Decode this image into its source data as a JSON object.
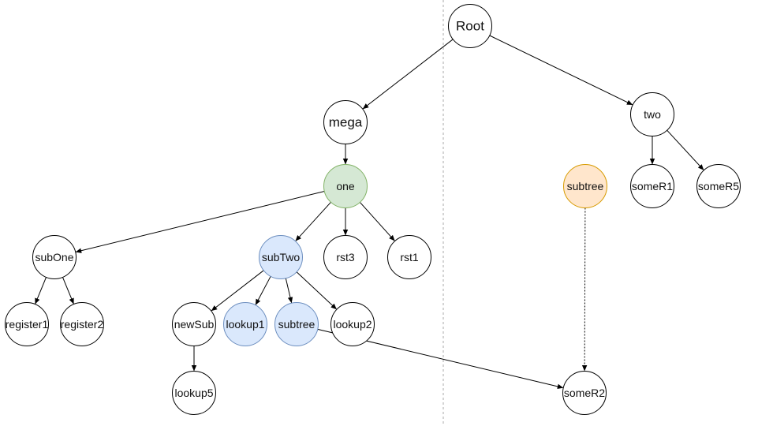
{
  "diagram": {
    "nodes": [
      {
        "id": "root",
        "label": "Root",
        "fill": "#ffffff",
        "stroke": "#000000",
        "size": "large"
      },
      {
        "id": "mega",
        "label": "mega",
        "fill": "#ffffff",
        "stroke": "#000000",
        "size": "large"
      },
      {
        "id": "two",
        "label": "two",
        "fill": "#ffffff",
        "stroke": "#000000",
        "size": "normal"
      },
      {
        "id": "one",
        "label": "one",
        "fill": "#d5e8d4",
        "stroke": "#82b366",
        "size": "normal"
      },
      {
        "id": "subtree_orange",
        "label": "subtree",
        "fill": "#ffe6cc",
        "stroke": "#d79b00",
        "size": "normal"
      },
      {
        "id": "someR1",
        "label": "someR1",
        "fill": "#ffffff",
        "stroke": "#000000",
        "size": "normal"
      },
      {
        "id": "someR5",
        "label": "someR5",
        "fill": "#ffffff",
        "stroke": "#000000",
        "size": "normal"
      },
      {
        "id": "subOne",
        "label": "subOne",
        "fill": "#ffffff",
        "stroke": "#000000",
        "size": "normal"
      },
      {
        "id": "subTwo",
        "label": "subTwo",
        "fill": "#dae8fc",
        "stroke": "#6c8ebf",
        "size": "normal"
      },
      {
        "id": "rst3",
        "label": "rst3",
        "fill": "#ffffff",
        "stroke": "#000000",
        "size": "normal"
      },
      {
        "id": "rst1",
        "label": "rst1",
        "fill": "#ffffff",
        "stroke": "#000000",
        "size": "normal"
      },
      {
        "id": "register1",
        "label": "register1",
        "fill": "#ffffff",
        "stroke": "#000000",
        "size": "normal"
      },
      {
        "id": "register2",
        "label": "register2",
        "fill": "#ffffff",
        "stroke": "#000000",
        "size": "normal"
      },
      {
        "id": "newSub",
        "label": "newSub",
        "fill": "#ffffff",
        "stroke": "#000000",
        "size": "normal"
      },
      {
        "id": "lookup1",
        "label": "lookup1",
        "fill": "#dae8fc",
        "stroke": "#6c8ebf",
        "size": "normal"
      },
      {
        "id": "subtree_blue",
        "label": "subtree",
        "fill": "#dae8fc",
        "stroke": "#6c8ebf",
        "size": "normal"
      },
      {
        "id": "lookup2",
        "label": "lookup2",
        "fill": "#ffffff",
        "stroke": "#000000",
        "size": "normal"
      },
      {
        "id": "lookup5",
        "label": "lookup5",
        "fill": "#ffffff",
        "stroke": "#000000",
        "size": "normal"
      },
      {
        "id": "someR2",
        "label": "someR2",
        "fill": "#ffffff",
        "stroke": "#000000",
        "size": "normal"
      }
    ],
    "edges": [
      {
        "from": "root",
        "to": "mega",
        "style": "solid"
      },
      {
        "from": "root",
        "to": "two",
        "style": "solid"
      },
      {
        "from": "mega",
        "to": "one",
        "style": "solid"
      },
      {
        "from": "two",
        "to": "someR1",
        "style": "solid"
      },
      {
        "from": "two",
        "to": "someR5",
        "style": "solid"
      },
      {
        "from": "one",
        "to": "subOne",
        "style": "solid"
      },
      {
        "from": "one",
        "to": "subTwo",
        "style": "solid"
      },
      {
        "from": "one",
        "to": "rst3",
        "style": "solid"
      },
      {
        "from": "one",
        "to": "rst1",
        "style": "solid"
      },
      {
        "from": "subOne",
        "to": "register1",
        "style": "solid"
      },
      {
        "from": "subOne",
        "to": "register2",
        "style": "solid"
      },
      {
        "from": "subTwo",
        "to": "newSub",
        "style": "solid"
      },
      {
        "from": "subTwo",
        "to": "lookup1",
        "style": "solid"
      },
      {
        "from": "subTwo",
        "to": "subtree_blue",
        "style": "solid"
      },
      {
        "from": "subTwo",
        "to": "lookup2",
        "style": "solid"
      },
      {
        "from": "newSub",
        "to": "lookup5",
        "style": "solid"
      },
      {
        "from": "subtree_blue",
        "to": "someR2",
        "style": "solid"
      },
      {
        "from": "subtree_orange",
        "to": "someR2",
        "style": "dotted"
      }
    ],
    "divider": {
      "style": "dashed",
      "color": "#aaaaaa"
    },
    "colors": {
      "edge": "#000000",
      "green_fill": "#d5e8d4",
      "orange_fill": "#ffe6cc",
      "blue_fill": "#dae8fc"
    }
  }
}
